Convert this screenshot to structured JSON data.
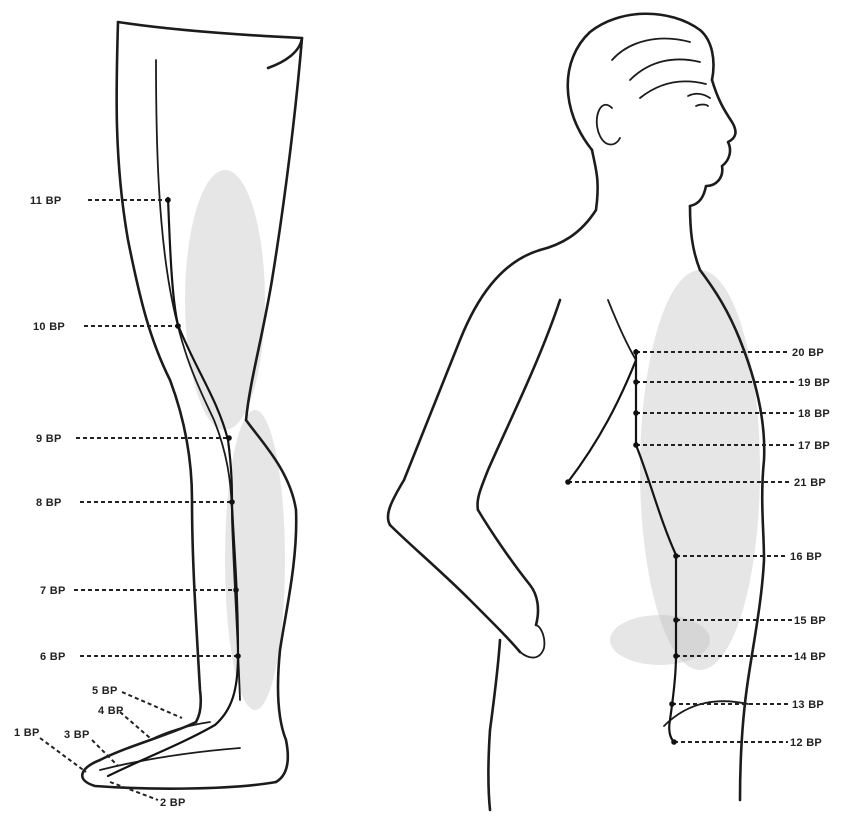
{
  "figures": {
    "leg": {
      "points": [
        {
          "id": "bp11",
          "label": "11 BP"
        },
        {
          "id": "bp10",
          "label": "10 BP"
        },
        {
          "id": "bp9",
          "label": "9 BP"
        },
        {
          "id": "bp8",
          "label": "8 BP"
        },
        {
          "id": "bp7",
          "label": "7 BP"
        },
        {
          "id": "bp6",
          "label": "6 BP"
        },
        {
          "id": "bp5",
          "label": "5 BP"
        },
        {
          "id": "bp4",
          "label": "4 BP"
        },
        {
          "id": "bp1",
          "label": "1 BP"
        },
        {
          "id": "bp3",
          "label": "3 BP"
        },
        {
          "id": "bp2",
          "label": "2 BP"
        }
      ]
    },
    "torso": {
      "points": [
        {
          "id": "bp20",
          "label": "20 BP"
        },
        {
          "id": "bp19",
          "label": "19 BP"
        },
        {
          "id": "bp18",
          "label": "18 BP"
        },
        {
          "id": "bp17",
          "label": "17 BP"
        },
        {
          "id": "bp21",
          "label": "21 BP"
        },
        {
          "id": "bp16",
          "label": "16 BP"
        },
        {
          "id": "bp15",
          "label": "15 BP"
        },
        {
          "id": "bp14",
          "label": "14 BP"
        },
        {
          "id": "bp13",
          "label": "13 BP"
        },
        {
          "id": "bp12",
          "label": "12 BP"
        }
      ]
    }
  }
}
